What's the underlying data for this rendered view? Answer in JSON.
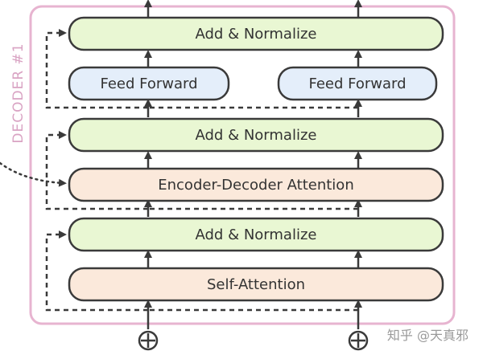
{
  "decoder": {
    "title": "DECODER #1",
    "layers": {
      "add_norm_top": "Add & Normalize",
      "feed_forward_left": "Feed Forward",
      "feed_forward_right": "Feed Forward",
      "add_norm_middle": "Add & Normalize",
      "encoder_decoder_attention": "Encoder-Decoder Attention",
      "add_norm_bottom": "Add & Normalize",
      "self_attention": "Self-Attention"
    }
  },
  "watermark": {
    "text": "知乎 @天真邪"
  },
  "colors": {
    "frame": "#e7b4d0",
    "add_norm_fill": "#e9f7d3",
    "feed_forward_fill": "#e4eefa",
    "attention_fill": "#fbe9db",
    "stroke": "#3a3a3a"
  }
}
